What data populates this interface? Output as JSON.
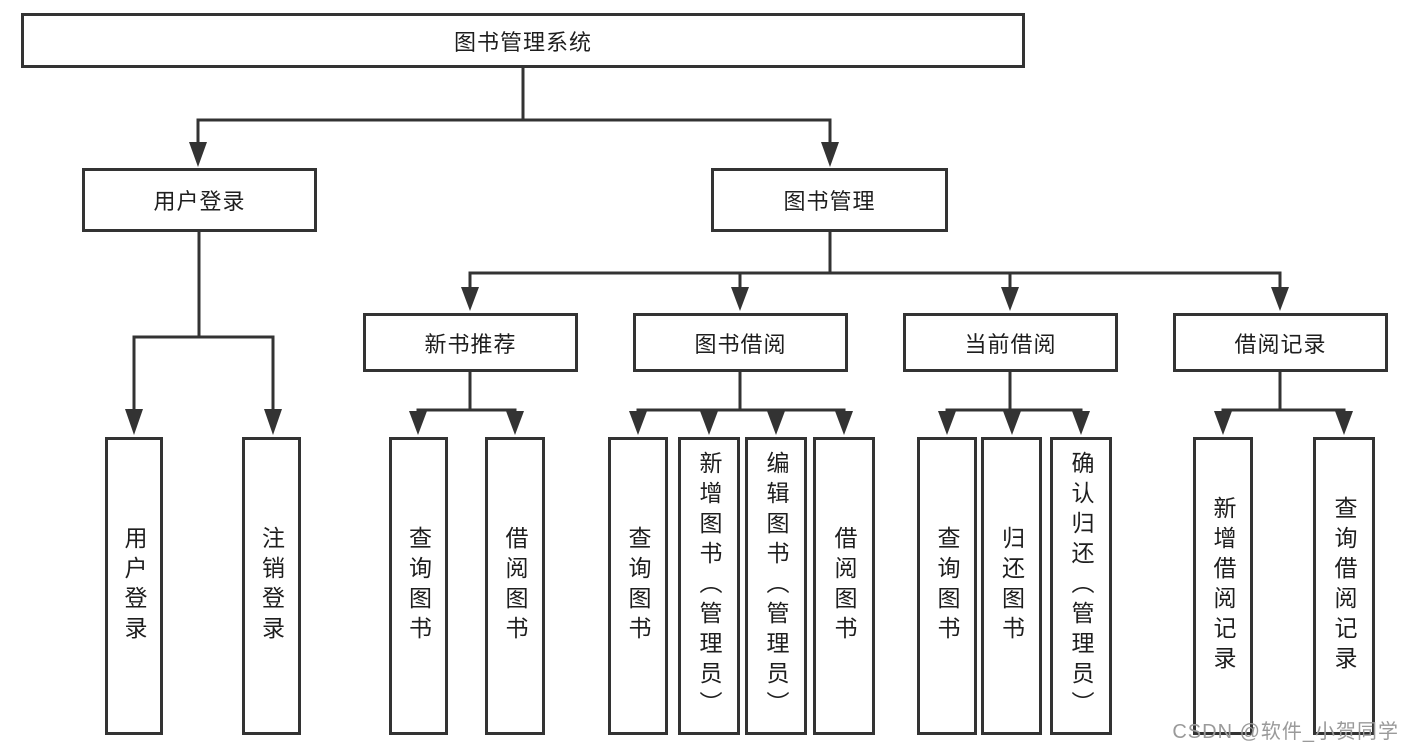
{
  "tree": {
    "label": "图书管理系统",
    "children": [
      {
        "label": "用户登录",
        "children": [
          {
            "label": "用户登录"
          },
          {
            "label": "注销登录"
          }
        ]
      },
      {
        "label": "图书管理",
        "children": [
          {
            "label": "新书推荐",
            "children": [
              {
                "label": "查询图书"
              },
              {
                "label": "借阅图书"
              }
            ]
          },
          {
            "label": "图书借阅",
            "children": [
              {
                "label": "查询图书"
              },
              {
                "label": "新增图书（管理员）"
              },
              {
                "label": "编辑图书（管理员）"
              },
              {
                "label": "借阅图书"
              }
            ]
          },
          {
            "label": "当前借阅",
            "children": [
              {
                "label": "查询图书"
              },
              {
                "label": "归还图书"
              },
              {
                "label": "确认归还（管理员）"
              }
            ]
          },
          {
            "label": "借阅记录",
            "children": [
              {
                "label": "新增借阅记录"
              },
              {
                "label": "查询借阅记录"
              }
            ]
          }
        ]
      }
    ]
  },
  "watermark": {
    "text": "CSDN @软件_小贺同学"
  },
  "colors": {
    "line": "#333333",
    "text": "#1e1e1e",
    "watermark_gray": "#9a9a9a",
    "background": "#ffffff"
  }
}
